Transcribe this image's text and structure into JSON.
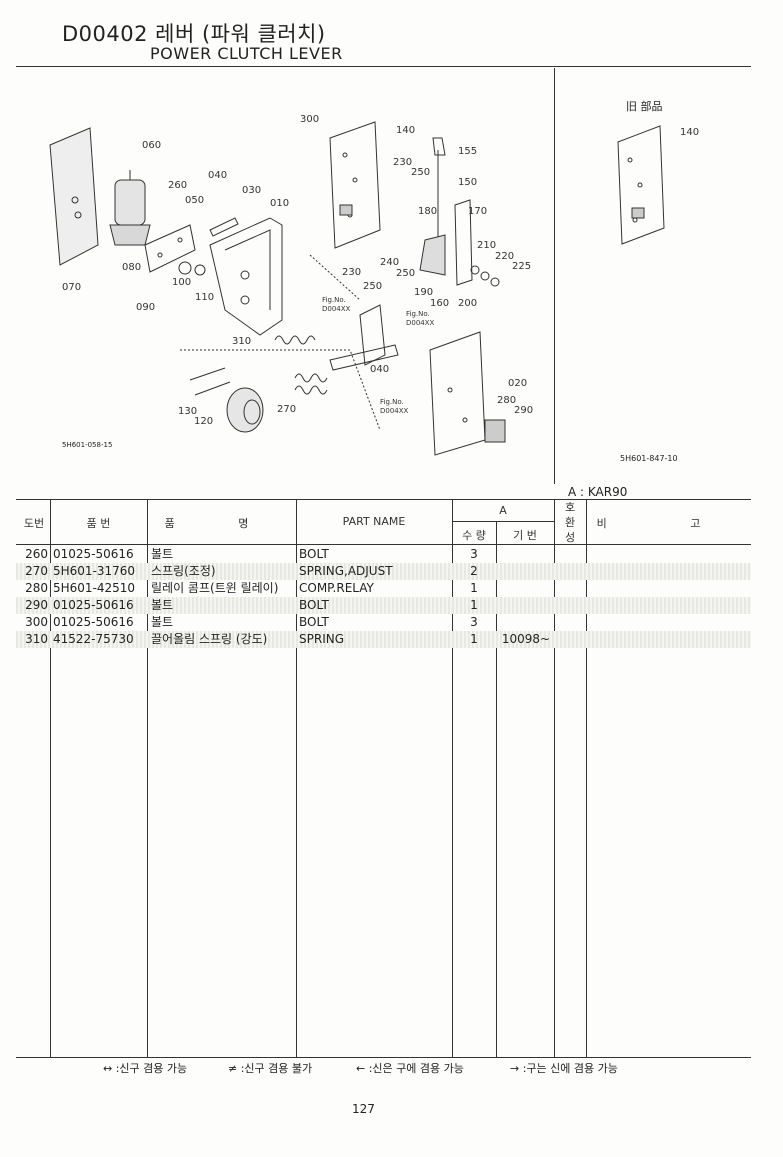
{
  "header": {
    "code_title": "D00402 레버 (파워 클러치)",
    "en_title": "POWER CLUTCH LEVER"
  },
  "diagram": {
    "old_parts_label": "旧 部品",
    "old_callout": "140",
    "main_fig_id": "5H601-058-15",
    "old_fig_id": "5H601-847-10",
    "figref_a": [
      "Fig.No.",
      "D004XX"
    ],
    "figref_b": [
      "Fig.No.",
      "D004XX"
    ],
    "figref_c": [
      "Fig.No.",
      "D004XX"
    ],
    "callouts": {
      "c060": "060",
      "c260": "260",
      "c050": "050",
      "c040a": "040",
      "c030": "030",
      "c010": "010",
      "c300": "300",
      "c140": "140",
      "c155": "155",
      "c230a": "230",
      "c250a": "250",
      "c150": "150",
      "c180": "180",
      "c170": "170",
      "c210": "210",
      "c220": "220",
      "c225": "225",
      "c080": "080",
      "c100": "100",
      "c110": "110",
      "c070": "070",
      "c090": "090",
      "c230b": "230",
      "c240": "240",
      "c250b": "250",
      "c250c": "250",
      "c190": "190",
      "c160": "160",
      "c200": "200",
      "c310": "310",
      "c040b": "040",
      "c020": "020",
      "c280": "280",
      "c290": "290",
      "c270": "270",
      "c130": "130",
      "c120": "120"
    }
  },
  "model_note": "A : KAR90",
  "table": {
    "headers": {
      "no": "도번",
      "part_no": "품 번",
      "name_kr": "품 명",
      "part_name": "PART NAME",
      "group_a": "A",
      "qty": "수 량",
      "serial": "기 번",
      "interchange": "호환성",
      "remarks": "비 고"
    },
    "rows": [
      {
        "no": "260",
        "part_no": "01025-50616",
        "name_kr": "볼트",
        "name_en": "BOLT",
        "qty": "3",
        "serial": ""
      },
      {
        "no": "270",
        "part_no": "5H601-31760",
        "name_kr": "스프링(조정)",
        "name_en": "SPRING,ADJUST",
        "qty": "2",
        "serial": ""
      },
      {
        "no": "280",
        "part_no": "5H601-42510",
        "name_kr": "릴레이 콤프(트윈 릴레이)",
        "name_en": "COMP.RELAY",
        "qty": "1",
        "serial": ""
      },
      {
        "no": "290",
        "part_no": "01025-50616",
        "name_kr": "볼트",
        "name_en": "BOLT",
        "qty": "1",
        "serial": ""
      },
      {
        "no": "300",
        "part_no": "01025-50616",
        "name_kr": "볼트",
        "name_en": "BOLT",
        "qty": "3",
        "serial": ""
      },
      {
        "no": "310",
        "part_no": "41522-75730",
        "name_kr": "끌어올림 스프링 (강도)",
        "name_en": "SPRING",
        "qty": "1",
        "serial": "10098~"
      }
    ]
  },
  "legend": {
    "both": "↔ :신구 겸용 가능",
    "none": "≠ :신구 겸용 불가",
    "new_to_old": "← :신은 구에 겸용 가능",
    "old_to_new": "→ :구는 신에 겸용 가능"
  },
  "page_number": "127"
}
